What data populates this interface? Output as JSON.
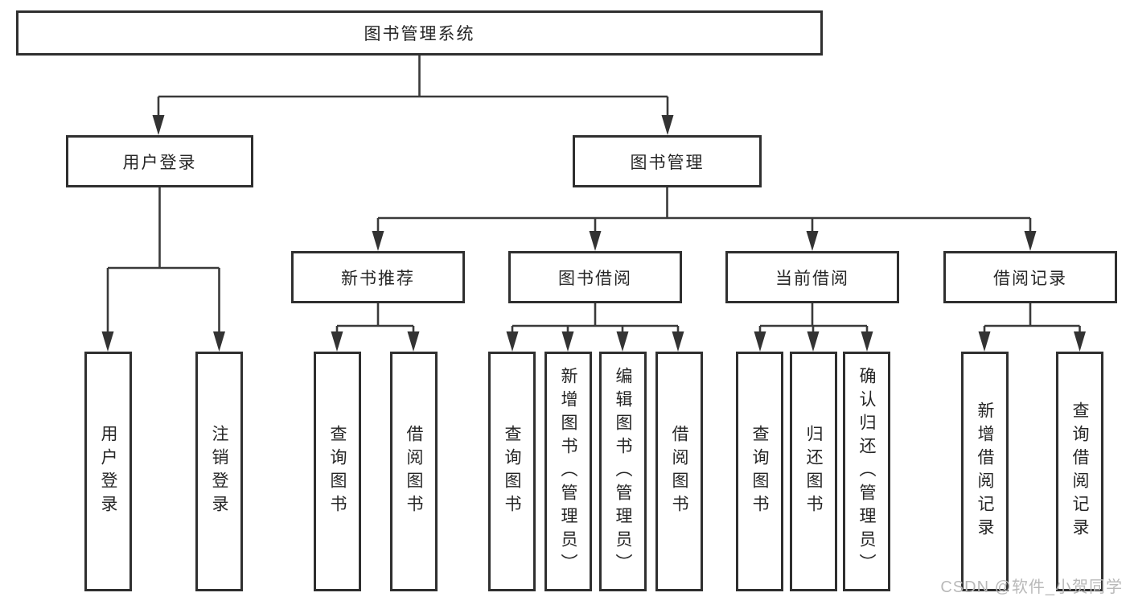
{
  "diagram": {
    "root": {
      "label": "图书管理系统"
    },
    "branches": [
      {
        "label": "用户登录",
        "children": [
          {
            "label": "用户登录"
          },
          {
            "label": "注销登录"
          }
        ]
      },
      {
        "label": "图书管理",
        "groups": [
          {
            "label": "新书推荐",
            "children": [
              {
                "label": "查询图书"
              },
              {
                "label": "借阅图书"
              }
            ]
          },
          {
            "label": "图书借阅",
            "children": [
              {
                "label": "查询图书"
              },
              {
                "label": "新增图书（管理员）"
              },
              {
                "label": "编辑图书（管理员）"
              },
              {
                "label": "借阅图书"
              }
            ]
          },
          {
            "label": "当前借阅",
            "children": [
              {
                "label": "查询图书"
              },
              {
                "label": "归还图书"
              },
              {
                "label": "确认归还（管理员）"
              }
            ]
          },
          {
            "label": "借阅记录",
            "children": [
              {
                "label": "新增借阅记录"
              },
              {
                "label": "查询借阅记录"
              }
            ]
          }
        ]
      }
    ]
  },
  "watermark": {
    "text": "CSDN @软件_小贺同学"
  },
  "colors": {
    "background": "#ffffff",
    "box_border": "#2f2f2f",
    "connector_line": "#3a3a3a",
    "text": "#262626",
    "watermark_text": "#b9b9b9"
  }
}
